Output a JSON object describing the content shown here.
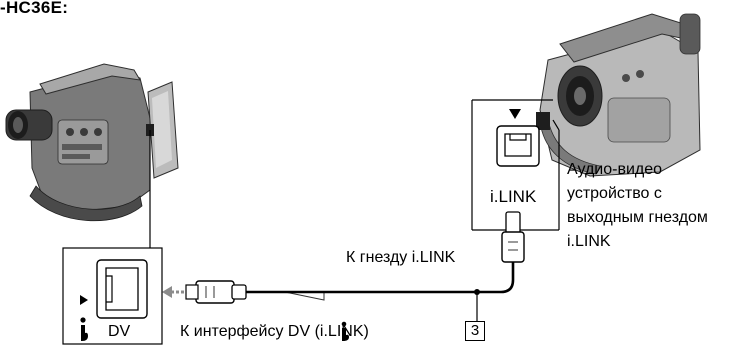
{
  "diagram": {
    "model_title": "-HC36E:",
    "device_label_lines": [
      "Аудио-видео",
      "устройство с",
      "выходным гнездом",
      "i.LINK"
    ],
    "ilink_port_text": "i.LINK",
    "socket_label": "К гнезду i.LINK",
    "dv_port_text": "DV",
    "interface_label": "К интерфейсу  DV (i.LINK)",
    "step_number": "3",
    "colors": {
      "line": "#000000",
      "arrow_grey": "#8c8c8c",
      "camera_body": "#6e6e6e",
      "camera_light": "#b4b4b4",
      "camera_dark": "#2e2e2e",
      "background": "#ffffff"
    },
    "icons": [
      "camcorder-left",
      "camcorder-right",
      "ilink-icon",
      "dv-port-icon",
      "ilink-port-icon",
      "signal-direction-arrow"
    ]
  }
}
